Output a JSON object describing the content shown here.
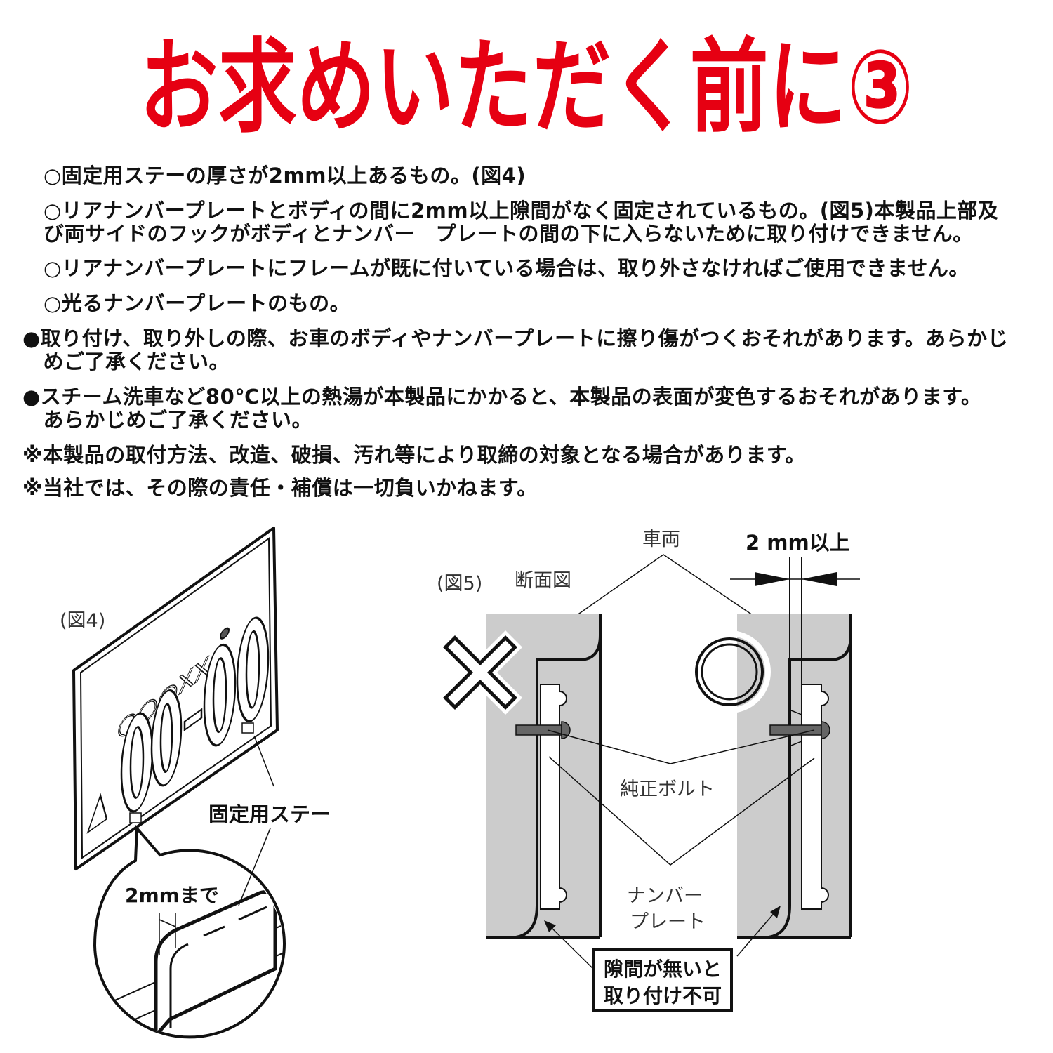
{
  "title": "お求めいただく前に③",
  "conditions": [
    "○固定用ステーの厚さが2mm以上あるもの。(図4)",
    "○リアナンバープレートとボディの間に2mm以上隙間がなく固定されているもの。(図5)本製品上部及",
    "び両サイドのフックがボディとナンバー　プレートの間の下に入らないために取り付けできません。",
    "○リアナンバープレートにフレームが既に付いている場合は、取り外さなければご使用できません。",
    "○光るナンバープレートのもの。"
  ],
  "cautions": [
    "●取り付け、取り外しの際、お車のボディやナンバープレートに擦り傷がつくおそれがあります。あらかじ",
    "　めご了承ください。",
    "●スチーム洗車など80℃以上の熱湯が本製品にかかると、本製品の表面が変色するおそれがあります。",
    "　あらかじめご了承ください。"
  ],
  "notes": [
    "※本製品の取付方法、改造、破損、汚れ等により取締の対象となる場合があります。",
    "※当社では、その際の責任・補償は一切負いかねます。"
  ],
  "fig4": {
    "label": "(図4)",
    "plate_number": "00-00",
    "plate_region": "○○○XX",
    "plate_hiragana": "△",
    "stay_label": "固定用ステー",
    "gap_label": "2mmまで"
  },
  "fig5": {
    "label": "(図5)",
    "section_label": "断面図",
    "vehicle_label": "車両",
    "gap_label": "2 mm以上",
    "bolt_label": "純正ボルト",
    "plate_label_1": "ナンバー",
    "plate_label_2": "プレート",
    "warning_1": "隙間が無いと",
    "warning_2": "取り付け不可",
    "ng_mark": "×",
    "ok_mark": "○"
  },
  "colors": {
    "title": "#e60012",
    "body_gray": "#cccccc",
    "bolt": "#666666"
  }
}
